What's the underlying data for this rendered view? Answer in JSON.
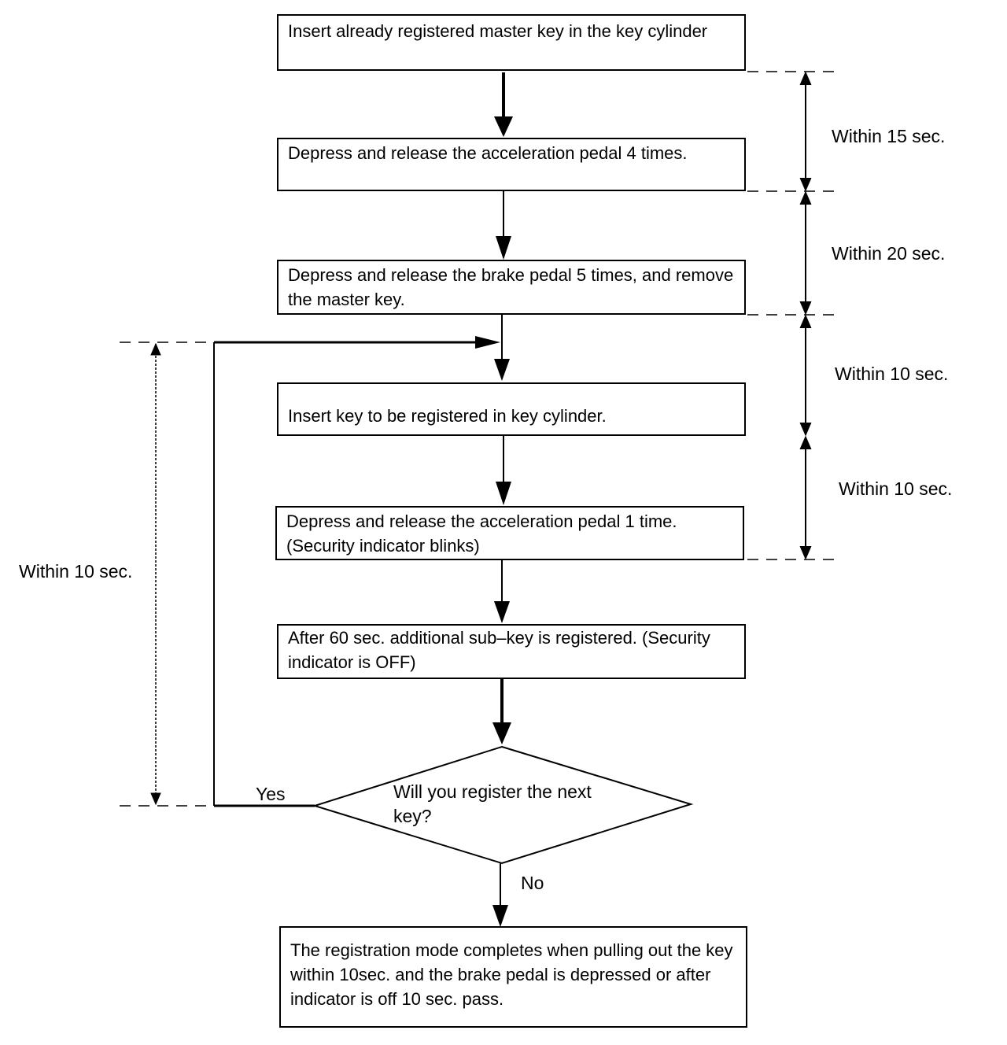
{
  "steps": [
    {
      "text": "Insert already registered master key in the key cylinder"
    },
    {
      "text": "Depress and release the acceleration pedal 4 times."
    },
    {
      "text": "Depress and release the brake pedal 5 times, and remove the master key."
    },
    {
      "text": "Insert key to be registered in key cylinder."
    },
    {
      "text": "Depress and release the acceleration pedal 1 time. (Security indicator blinks)"
    },
    {
      "text": "After 60 sec. additional sub–key is registered. (Security indicator is OFF)"
    },
    {
      "text": "The registration mode completes when pulling out the key within 10sec. and the brake pedal is depressed or after indicator is off 10 sec. pass."
    }
  ],
  "decision": {
    "text": "Will you register the next key?",
    "yes_label": "Yes",
    "no_label": "No"
  },
  "intervals": {
    "right": [
      "Within 15 sec.",
      "Within 20 sec.",
      "Within 10 sec.",
      "Within 10 sec."
    ],
    "left": "Within 10 sec."
  }
}
